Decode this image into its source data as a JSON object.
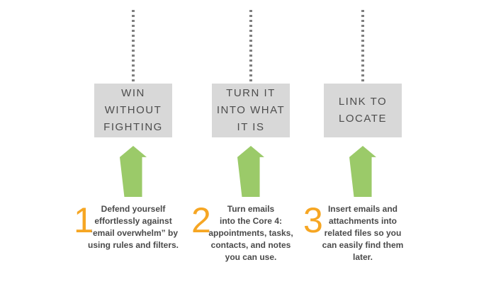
{
  "colors": {
    "background": "#ffffff",
    "box_background": "#d8d8d8",
    "heading_text": "#4d4d4d",
    "arrow_green": "#9bca69",
    "number_orange": "#f6a623",
    "description_text": "#4a4a4a",
    "dotted_line": "#808080"
  },
  "columns": [
    {
      "number": "1",
      "heading": "WIN\nWITHOUT\nFIGHTING",
      "description": "Defend yourself\neffortlessly against\n“email overwhelm” by\nusing rules and filters."
    },
    {
      "number": "2",
      "heading": "TURN IT\nINTO WHAT\nIT IS",
      "description": "Turn emails\ninto the Core 4:\nappointments, tasks,\ncontacts, and notes\nyou can use."
    },
    {
      "number": "3",
      "heading": "LINK TO\nLOCATE",
      "description": "Insert emails and\nattachments into\nrelated files so you\ncan easily find them\nlater."
    }
  ]
}
